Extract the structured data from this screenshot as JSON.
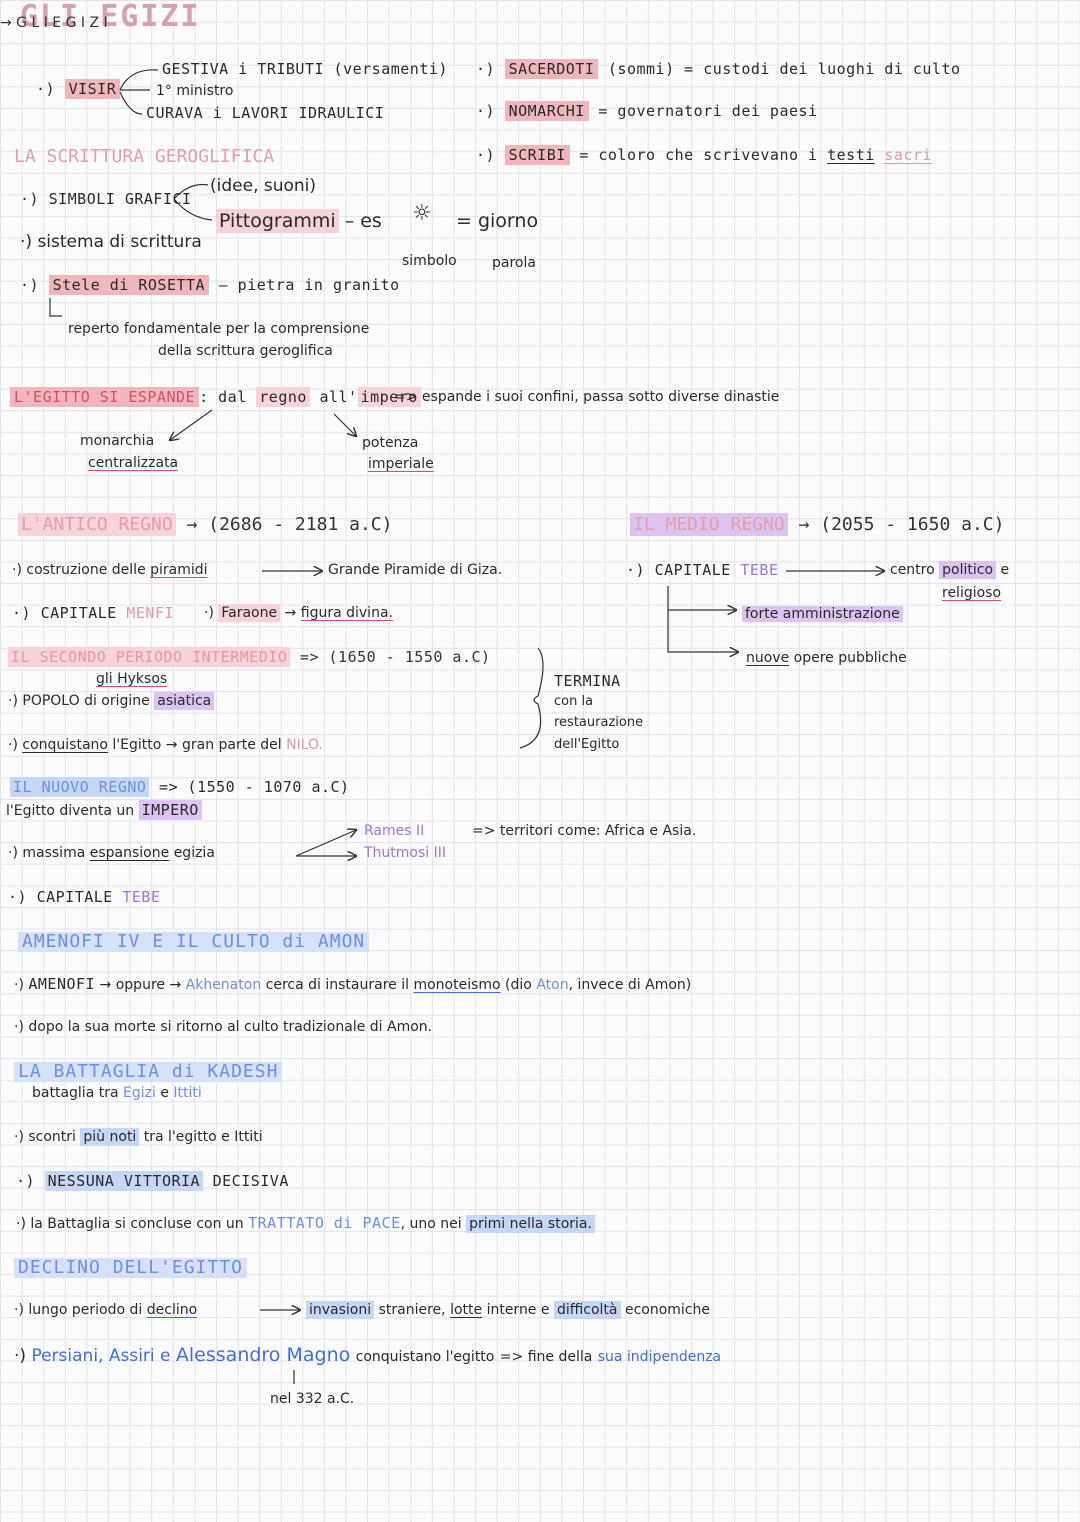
{
  "title": "GLI EGIZI",
  "header_small": "→ G L I  E G I Z I",
  "visir": {
    "label": "VISIR",
    "items": [
      "GESTIVA i TRIBUTI (versamenti)",
      "1° ministro",
      "CURAVA i LAVORI IDRAULICI"
    ]
  },
  "roles": {
    "sacerdoti_label": "SACERDOTI",
    "sacerdoti_def": "(sommi) = custodi dei luoghi di culto",
    "nomarchi_label": "NOMARCHI",
    "nomarchi_def": "= governatori dei paesi",
    "scribi_label": "SCRIBI",
    "scribi_def": "= coloro che scrivevano i",
    "scribi_testi": "testi",
    "scribi_sacri": "sacri"
  },
  "scrittura": {
    "heading": "LA SCRITTURA GEROGLIFICA",
    "simboli": "SIMBOLI GRAFICI",
    "idee": "(idee, suoni)",
    "pittogrammi": "Pittogrammi",
    "es": "– es",
    "giorno": "= giorno",
    "simbolo": "simbolo",
    "parola": "parola",
    "sistema": "sistema di scrittura",
    "stele": "Stele di ROSETTA",
    "pietra": "– pietra in granito",
    "reperto_1": "reperto fondamentale per la comprensione",
    "reperto_2": "della scrittura geroglifica"
  },
  "espande": {
    "heading": "L'EGITTO SI ESPANDE",
    "dal": ": dal",
    "regno": "regno",
    "all": "all'",
    "impero": "impero",
    "arrow_text": "=> espande i suoi confini, passa sotto diverse dinastie",
    "monarchia": "monarchia",
    "centralizzata": "centralizzata",
    "potenza": "potenza",
    "imperiale": "imperiale"
  },
  "antico": {
    "heading": "L'ANTICO REGNO",
    "dates": "→ (2686 - 2181 a.C)",
    "costruzione": "costruzione delle",
    "piramidi": "piramidi",
    "giza": "Grande Piramide di Giza.",
    "capitale": "CAPITALE",
    "menfi": "MENFI",
    "faraone": "Faraone",
    "figura": "figura divina."
  },
  "medio": {
    "heading": "IL MEDIO REGNO",
    "dates": "→ (2055 - 1650 a.C)",
    "capitale": "CAPITALE",
    "tebe": "TEBE",
    "centro": "centro",
    "politico": "politico",
    "e": "e",
    "religioso": "religioso",
    "forte": "forte amministrazione",
    "nuove": "nuove",
    "opere": "opere pubbliche"
  },
  "secondo": {
    "heading": "IL SECONDO PERIODO INTERMEDIO",
    "dates": "=> (1650 - 1550 a.C)",
    "hyksos": "gli Hyksos",
    "popolo": "POPOLO di origine",
    "asiatica": "asiatica",
    "conquistano": "conquistano",
    "egitto": "l'Egitto",
    "gran_parte": "gran parte del",
    "nilo": "NILO.",
    "termina": "TERMINA",
    "con_la": "con la",
    "restaurazione": "restaurazione",
    "dell_egitto": "dell'Egitto"
  },
  "nuovo": {
    "heading": "IL NUOVO REGNO",
    "dates": "=> (1550 - 1070 a.C)",
    "diventa": "l'Egitto diventa un",
    "impero": "IMPERO",
    "massima": "massima",
    "espansione": "espansione",
    "egizia": "egizia",
    "rames": "Rames II",
    "thutmosi": "Thutmosi III",
    "territori": "=> territori come: Africa e Asia.",
    "capitale": "CAPITALE",
    "tebe": "TEBE"
  },
  "amenofi": {
    "heading": "AMENOFI IV E IL CULTO di AMON",
    "line1_a": "AMENOFI",
    "line1_b": "→ oppure →",
    "akhenaton": "Akhenaton",
    "line1_c": "cerca di instaurare il",
    "monoteismo": "monoteismo",
    "line1_d": "(dio",
    "aton": "Aton",
    "line1_e": ", invece di Amon)",
    "line2": "dopo la sua morte si ritorno al culto tradizionale di Amon."
  },
  "kadesh": {
    "heading": "LA BATTAGLIA di KADESH",
    "sub_a": "battaglia tra",
    "egizi": "Egizi",
    "sub_e": "e",
    "ittiti": "Ittiti",
    "scontri": "scontri",
    "piu_noti": "più noti",
    "scontri_end": "tra l'egitto e Ittiti",
    "nessuna": "NESSUNA VITTORIA",
    "decisiva": "DECISIVA",
    "conclude": "la Battaglia si concluse con un",
    "trattato": "TRATTATO di PACE",
    "uno": ", uno nei",
    "primi": "primi nella storia."
  },
  "declino": {
    "heading": "DECLINO DELL'EGITTO",
    "lungo": "lungo periodo di",
    "declino_word": "declino",
    "invasioni": "invasioni",
    "straniere": "straniere,",
    "lotte": "lotte",
    "interne": "interne e",
    "difficolta": "difficoltà",
    "economiche": "economiche",
    "persiani": "Persiani, Assiri e",
    "alessandro": "Alessandro Magno",
    "conquistano": "conquistano l'egitto",
    "fine": "=> fine della",
    "indipendenza": "sua indipendenza",
    "data": "nel 332 a.C."
  },
  "colors": {
    "pink": "#e09aa6",
    "pink_dark": "#d3506c",
    "blue": "#6f8fe0",
    "violet": "#a373d8"
  }
}
